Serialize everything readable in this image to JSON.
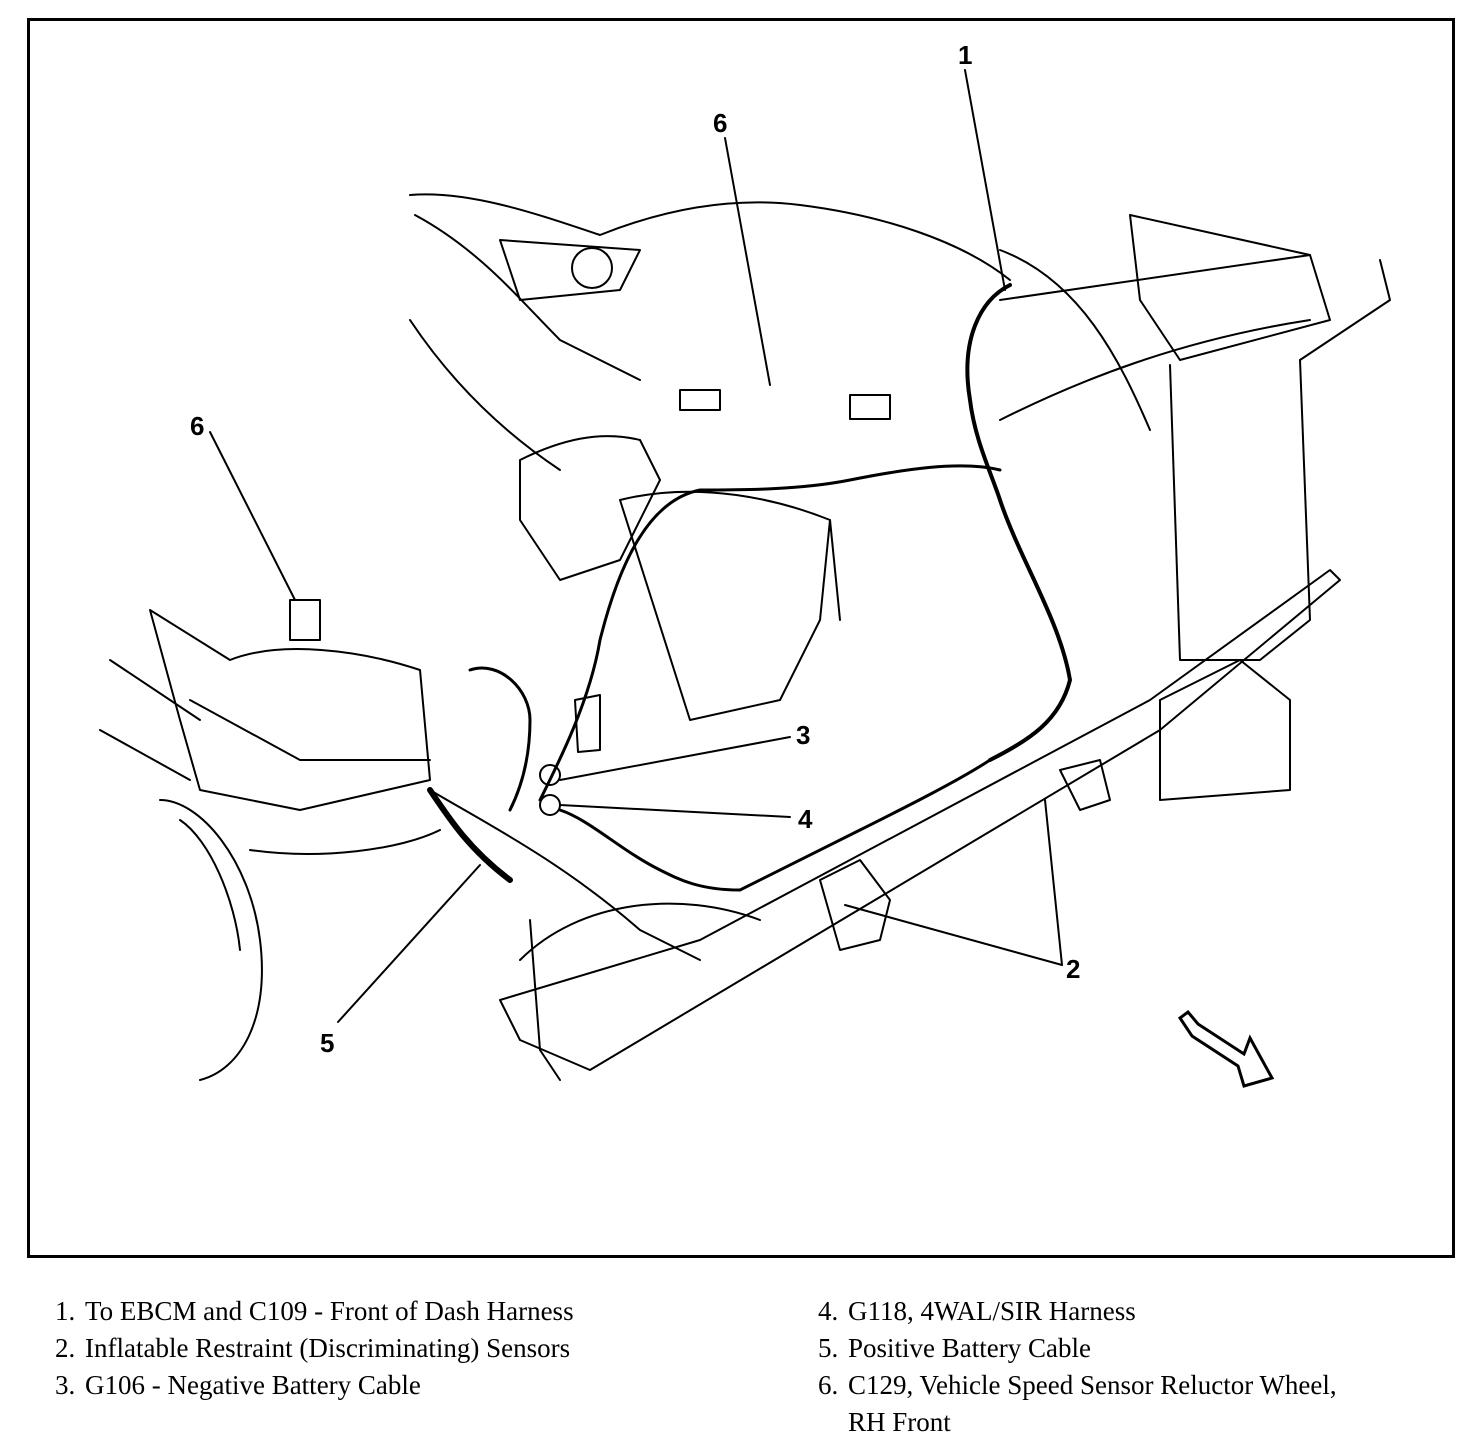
{
  "callouts": {
    "c1": "1",
    "c2": "2",
    "c3": "3",
    "c4": "4",
    "c5": "5",
    "c6_top": "6",
    "c6_left": "6"
  },
  "legend": {
    "left": [
      {
        "num": "1.",
        "text": "To EBCM and C109 - Front of Dash Harness"
      },
      {
        "num": "2.",
        "text": "Inflatable Restraint (Discriminating) Sensors"
      },
      {
        "num": "3.",
        "text": "G106 - Negative Battery Cable"
      }
    ],
    "right": [
      {
        "num": "4.",
        "text": "G118, 4WAL/SIR Harness"
      },
      {
        "num": "5.",
        "text": "Positive Battery Cable"
      },
      {
        "num": "6.",
        "text": "C129, Vehicle Speed Sensor Reluctor Wheel,",
        "cont": "RH Front"
      }
    ]
  }
}
